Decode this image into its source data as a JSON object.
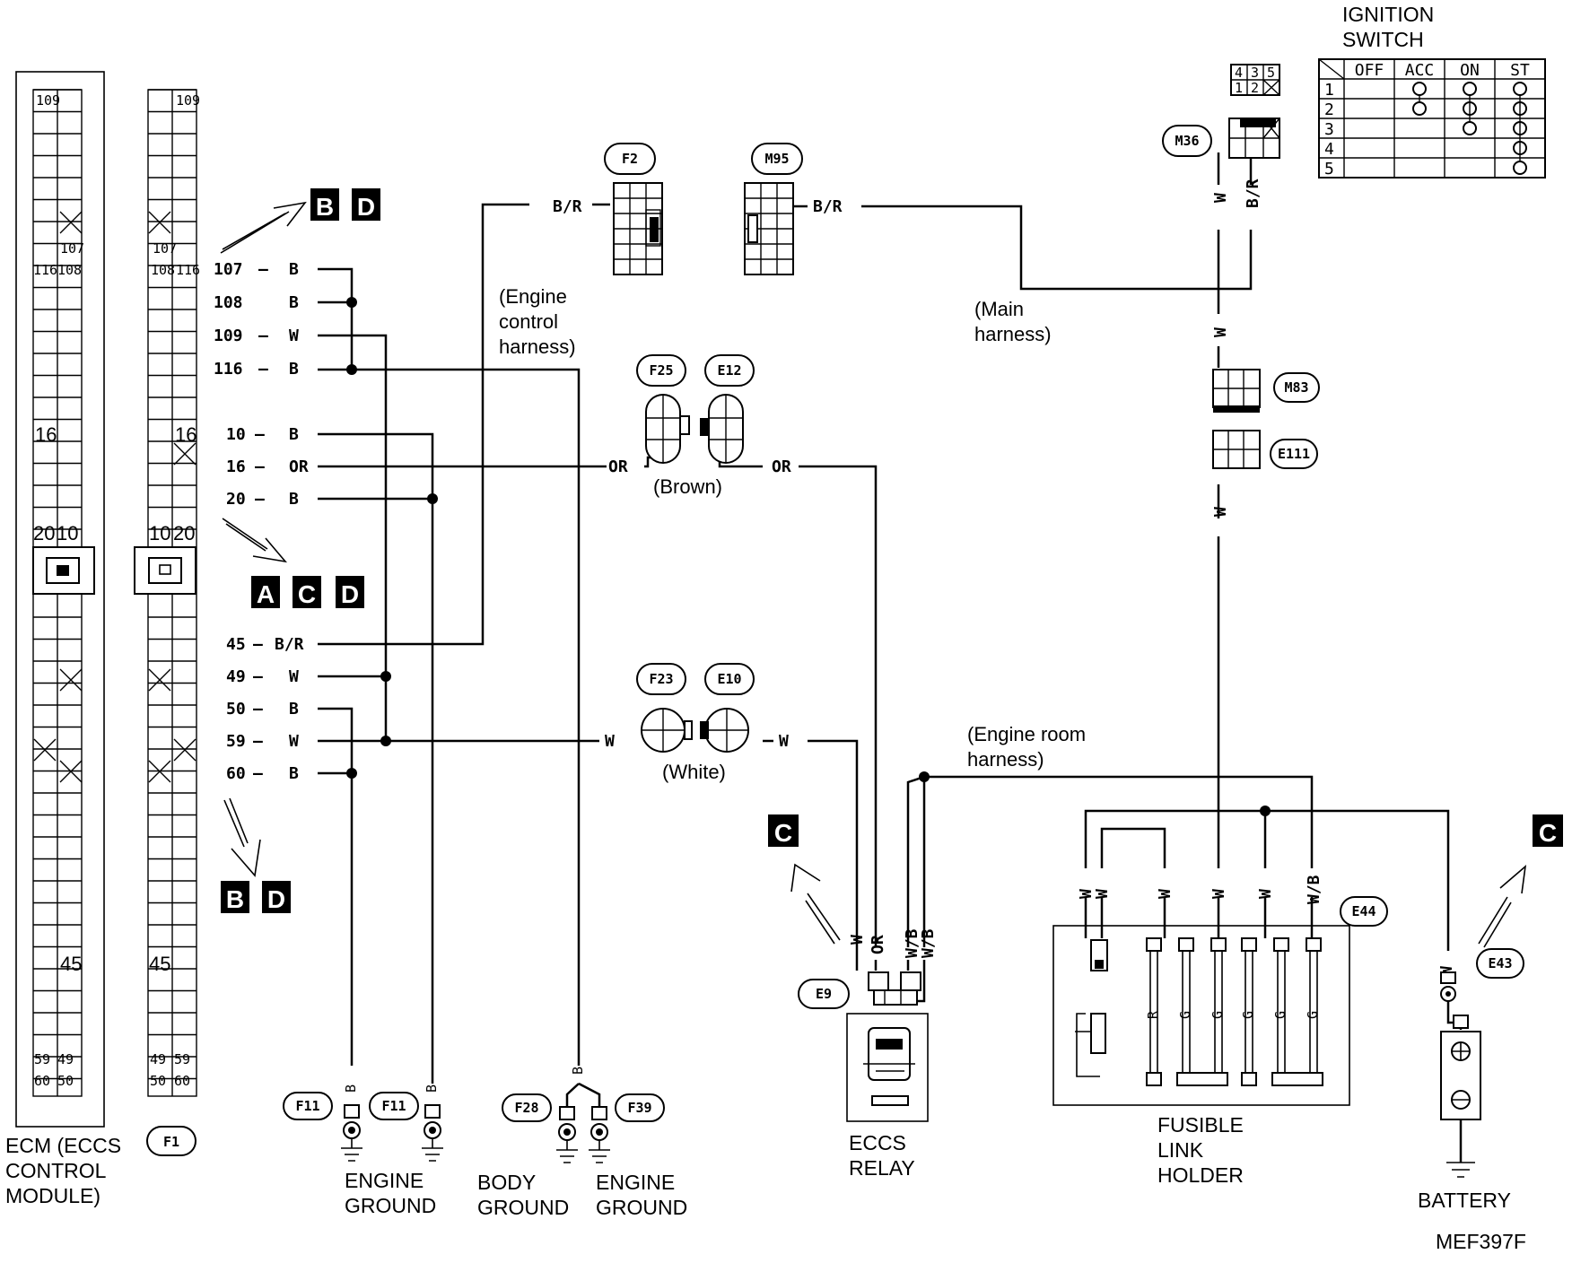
{
  "ecm": {
    "title_lines": [
      "ECM (ECCS",
      "CONTROL",
      "MODULE)"
    ],
    "connector": "F1"
  },
  "ecm_pin_labels": [
    "109",
    "107",
    "116",
    "108",
    "16",
    "20",
    "10",
    "45",
    "59",
    "49",
    "60",
    "50"
  ],
  "wires_top": [
    {
      "pin": "107",
      "color": "B"
    },
    {
      "pin": "108",
      "color": "B"
    },
    {
      "pin": "109",
      "color": "W"
    },
    {
      "pin": "116",
      "color": "B"
    }
  ],
  "wires_mid": [
    {
      "pin": "10",
      "color": "B"
    },
    {
      "pin": "16",
      "color": "OR"
    },
    {
      "pin": "20",
      "color": "B"
    }
  ],
  "wires_low": [
    {
      "pin": "45",
      "color": "B/R"
    },
    {
      "pin": "49",
      "color": "W"
    },
    {
      "pin": "50",
      "color": "B"
    },
    {
      "pin": "59",
      "color": "W"
    },
    {
      "pin": "60",
      "color": "B"
    }
  ],
  "badges": {
    "bd_top": [
      "B",
      "D"
    ],
    "acd": [
      "A",
      "C",
      "D"
    ],
    "bd_bottom": [
      "B",
      "D"
    ],
    "c_left": "C",
    "c_right": "C"
  },
  "connectors": {
    "F2": "F2",
    "M95": "M95",
    "F25": "F25",
    "E12": "E12",
    "F23": "F23",
    "E10": "E10",
    "M36": "M36",
    "M83": "M83",
    "E111": "E111",
    "E9": "E9",
    "E44": "E44",
    "E43": "E43",
    "F11a": "F11",
    "F11b": "F11",
    "F28": "F28",
    "F39": "F39"
  },
  "wire_colors": {
    "BR": "B/R",
    "OR": "OR",
    "W": "W",
    "B": "B",
    "WB": "W/B",
    "R": "R",
    "G": "G"
  },
  "harness_labels": {
    "engine_control": [
      "(Engine",
      "control",
      "harness)"
    ],
    "main": [
      "(Main",
      "harness)"
    ],
    "engine_room": [
      "(Engine room",
      "harness)"
    ],
    "brown": "(Brown)",
    "white": "(White)"
  },
  "ignition": {
    "title_lines": [
      "IGNITION",
      "SWITCH"
    ],
    "columns": [
      "OFF",
      "ACC",
      "ON",
      "ST"
    ],
    "rows": [
      "1",
      "2",
      "3",
      "4",
      "5"
    ],
    "connector_pins": [
      "4",
      "3",
      "5",
      "1",
      "2"
    ]
  },
  "grounds": {
    "engine_ground_1": [
      "ENGINE",
      "GROUND"
    ],
    "body_ground": [
      "BODY",
      "GROUND"
    ],
    "engine_ground_2": [
      "ENGINE",
      "GROUND"
    ]
  },
  "eccs_relay": [
    "ECCS",
    "RELAY"
  ],
  "fusible_link_holder": [
    "FUSIBLE",
    "LINK",
    "HOLDER"
  ],
  "battery": "BATTERY",
  "figure_id": "MEF397F"
}
